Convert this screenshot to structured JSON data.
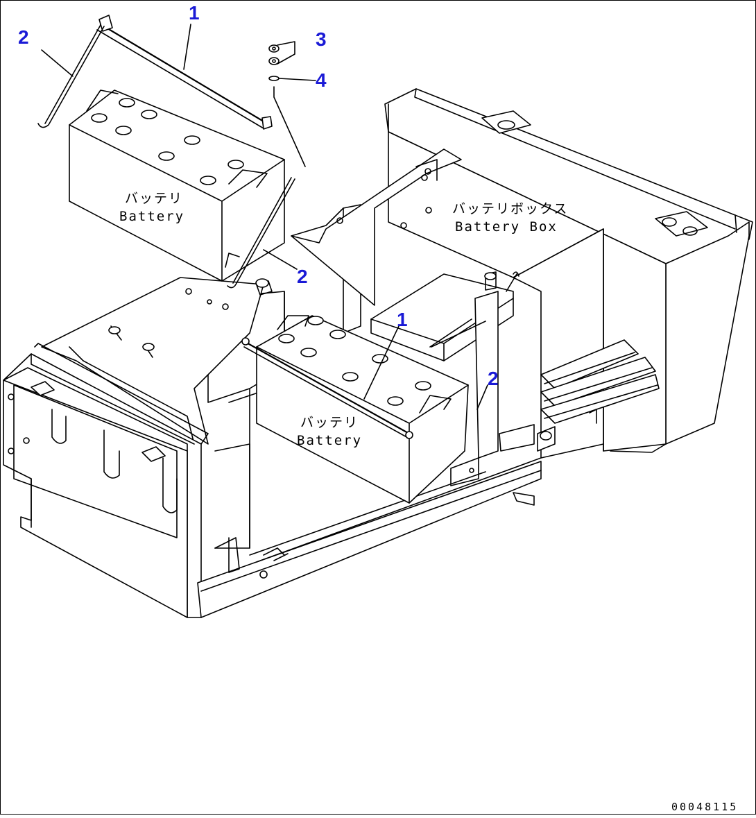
{
  "callouts": {
    "c1_top": "1",
    "c2_topleft": "2",
    "c3": "3",
    "c4": "4",
    "c2_mid": "2",
    "c1_mid": "1",
    "c2_right": "2"
  },
  "labels": {
    "battery_upper_jp": "バッテリ",
    "battery_upper_en": "Battery",
    "battery_box_jp": "バッテリボックス",
    "battery_box_en": "Battery Box",
    "battery_lower_jp": "バッテリ",
    "battery_lower_en": "Battery"
  },
  "drawing_code": "00048115",
  "colors": {
    "callout": "#1a1ad6",
    "line": "#000000",
    "background": "#ffffff"
  }
}
